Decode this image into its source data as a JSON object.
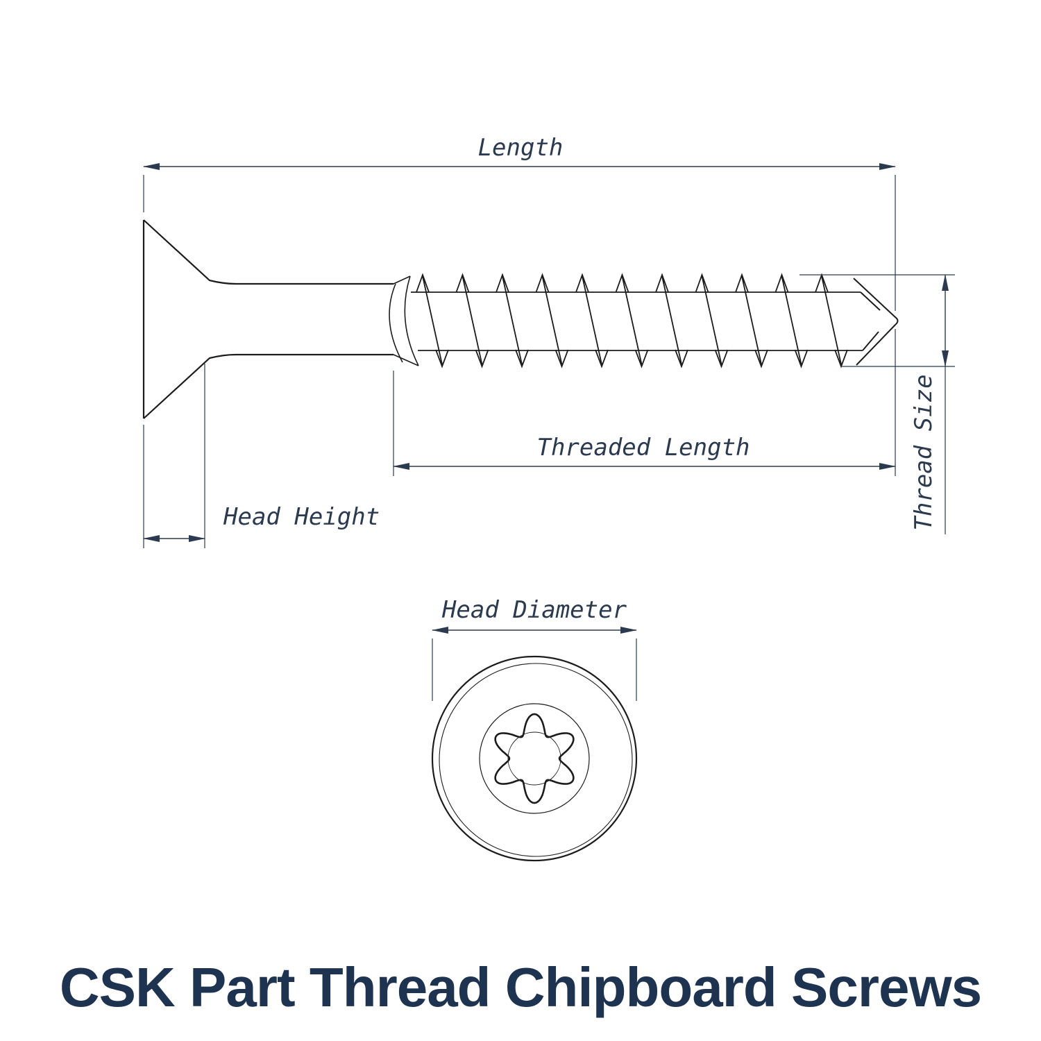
{
  "title": "CSK Part Thread Chipboard Screws",
  "dimensions": {
    "length": "Length",
    "threaded_length": "Threaded Length",
    "head_height": "Head Height",
    "thread_size": "Thread Size",
    "head_diameter": "Head Diameter"
  },
  "colors": {
    "outline": "#1c1c1c",
    "dimension": "#2b3a4f",
    "title": "#1d3350",
    "background": "#ffffff"
  }
}
